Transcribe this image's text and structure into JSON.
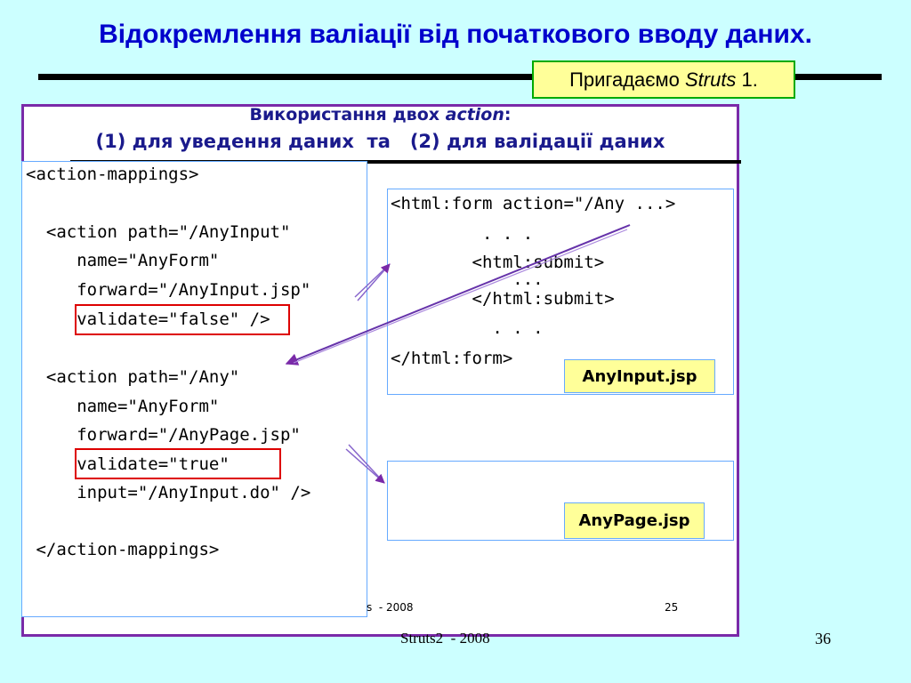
{
  "header": {
    "title": "Відокремлення валіації від початкового вводу даних.",
    "note_prefix": "Пригадаємо ",
    "note_em": "Struts",
    "note_suffix": " 1."
  },
  "panel": {
    "heading_line1_prefix": "Використання двох ",
    "heading_line1_em": "action",
    "heading_line1_suffix": ":",
    "heading_line2": "(1) для уведення даних  та   (2) для валідації даних",
    "code_lines": [
      "<action-mappings>",
      "",
      "  <action path=\"/AnyInput\"",
      "     name=\"AnyForm\"",
      "     forward=\"/AnyInput.jsp\"",
      "     validate=\"false\" />",
      "",
      "  <action path=\"/Any\"",
      "     name=\"AnyForm\"",
      "     forward=\"/AnyPage.jsp\"",
      "     validate=\"true\"",
      "     input=\"/AnyInput.do\" />",
      "",
      " </action-mappings>"
    ],
    "form_lines": [
      "<html:form action=\"/Any ...>",
      "         . . .",
      "        <html:submit>",
      "            ...",
      "        </html:submit>",
      "          . . .",
      "</html:form>"
    ],
    "label_anyinput": "AnyInput.jsp",
    "label_anypage": "AnyPage.jsp",
    "inner_footer_left": "s  - 2008",
    "inner_footer_right": "25"
  },
  "footer": {
    "left": "Struts2  - 2008",
    "right": "36"
  },
  "colors": {
    "background": "#ccffff",
    "title": "#0000cc",
    "panel_border": "#7a2aa8",
    "highlight": "#dd0000",
    "label_fill": "#ffff99",
    "arrow": "#7a2aa8"
  }
}
